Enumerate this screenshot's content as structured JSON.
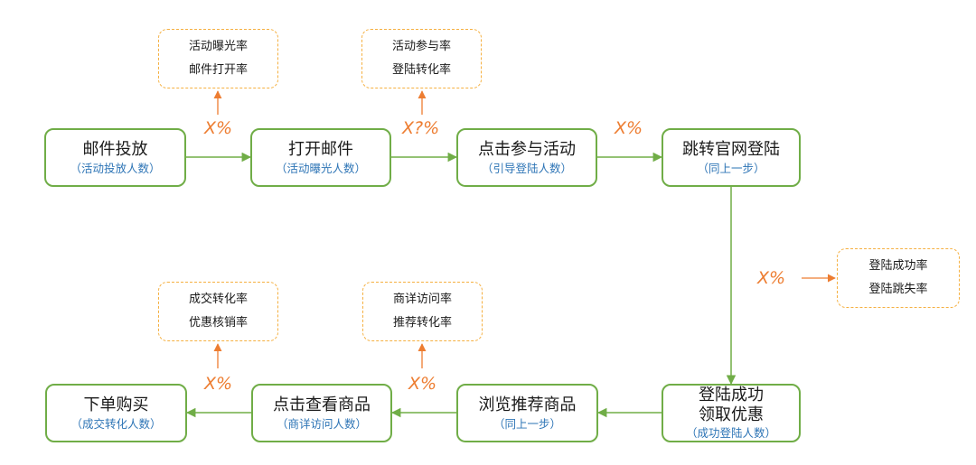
{
  "colors": {
    "step_border": "#70ad47",
    "flow_arrow": "#70ad47",
    "sub_text": "#2e75b6",
    "metric_border": "#f5b041",
    "metric_arrow": "#ed7d31",
    "rate_text": "#ed7d31"
  },
  "steps": [
    {
      "title": "邮件投放",
      "sub": "（活动投放人数）"
    },
    {
      "title": "打开邮件",
      "sub": "（活动曝光人数）"
    },
    {
      "title": "点击参与活动",
      "sub": "（引导登陆人数）"
    },
    {
      "title": "跳转官网登陆",
      "sub": "（同上一步）"
    },
    {
      "title": "登陆成功",
      "title2": "领取优惠",
      "sub": "（成功登陆人数）"
    },
    {
      "title": "浏览推荐商品",
      "sub": "（同上一步）"
    },
    {
      "title": "点击查看商品",
      "sub": "（商详访问人数）"
    },
    {
      "title": "下单购买",
      "sub": "（成交转化人数）"
    }
  ],
  "metrics": [
    {
      "line1": "活动曝光率",
      "line2": "邮件打开率"
    },
    {
      "line1": "活动参与率",
      "line2": "登陆转化率"
    },
    {
      "line1": "登陆成功率",
      "line2": "登陆跳失率"
    },
    {
      "line1": "商详访问率",
      "line2": "推荐转化率"
    },
    {
      "line1": "成交转化率",
      "line2": "优惠核销率"
    }
  ],
  "rates": [
    "X%",
    "X?%",
    "X%",
    "X%",
    "X%",
    "X%"
  ]
}
